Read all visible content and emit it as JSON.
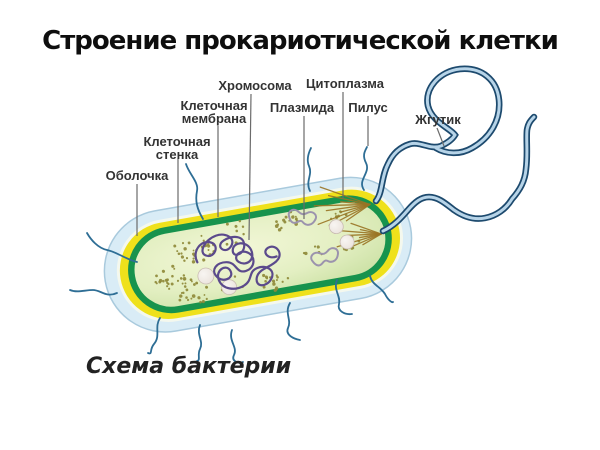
{
  "slide": {
    "title": "Строение прокариотической клетки",
    "caption": "Схема бактерии"
  },
  "labels": {
    "capsule": "Оболочка",
    "cell_wall": "Клеточная стенка",
    "cell_membrane": "Клеточная мембрана",
    "chromosome": "Хромосома",
    "plasmid": "Плазмида",
    "cytoplasm": "Цитоплазма",
    "pilus": "Пилус",
    "flagellum": "Жгутик"
  },
  "colors": {
    "capsule": "#d9ecf6",
    "capsule_border": "#a9cadd",
    "wall": "#efe11b",
    "wall_edge": "#f4f8ee",
    "membrane": "#17934d",
    "cytoplasm_light": "#f3f7d8",
    "cytoplasm_mid": "#e3efc2",
    "cytoplasm_dark": "#c8dfa0",
    "chromosome": "#5b4a8c",
    "plasmid": "#9b93ad",
    "granule": "#e9e1da",
    "granule_light": "#f8f5f2",
    "granule_border": "#c9bcb2",
    "flagellum_dark": "#1d4a6e",
    "flagellum_light": "#b7d4e8",
    "pilus": "#2e6e95",
    "ribosome_dots": "#8f8a3a",
    "starburst": "#9a7424",
    "label_line": "#6b6b6b",
    "text": "#333333"
  }
}
